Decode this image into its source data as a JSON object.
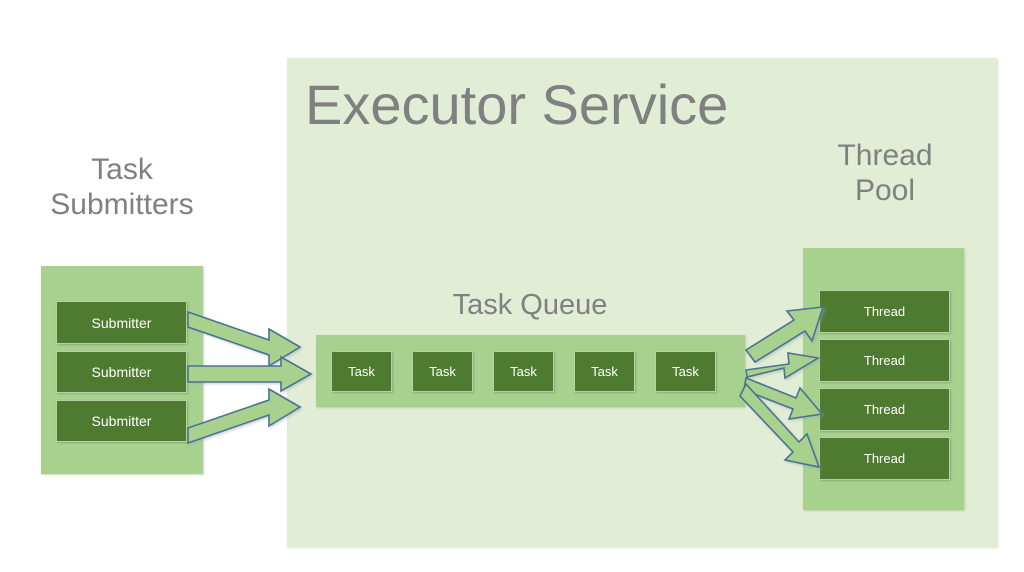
{
  "diagram": {
    "title": "Executor Service",
    "panel_bg": "#e2edd5",
    "group_bg": "#a9d18e",
    "chip_bg": "#4e7b30",
    "text_gray": "#808080",
    "arrow_fill": "#a9d18e",
    "arrow_stroke": "#4a7390"
  },
  "submitters": {
    "caption": "Task\nSubmitters",
    "items": [
      {
        "label": "Submitter"
      },
      {
        "label": "Submitter"
      },
      {
        "label": "Submitter"
      }
    ]
  },
  "queue": {
    "caption": "Task Queue",
    "items": [
      {
        "label": "Task"
      },
      {
        "label": "Task"
      },
      {
        "label": "Task"
      },
      {
        "label": "Task"
      },
      {
        "label": "Task"
      }
    ]
  },
  "thread_pool": {
    "caption": "Thread\nPool",
    "items": [
      {
        "label": "Thread"
      },
      {
        "label": "Thread"
      },
      {
        "label": "Thread"
      },
      {
        "label": "Thread"
      }
    ]
  },
  "flows": {
    "submitters_to_queue_count": 3,
    "queue_to_threads_count": 4
  }
}
